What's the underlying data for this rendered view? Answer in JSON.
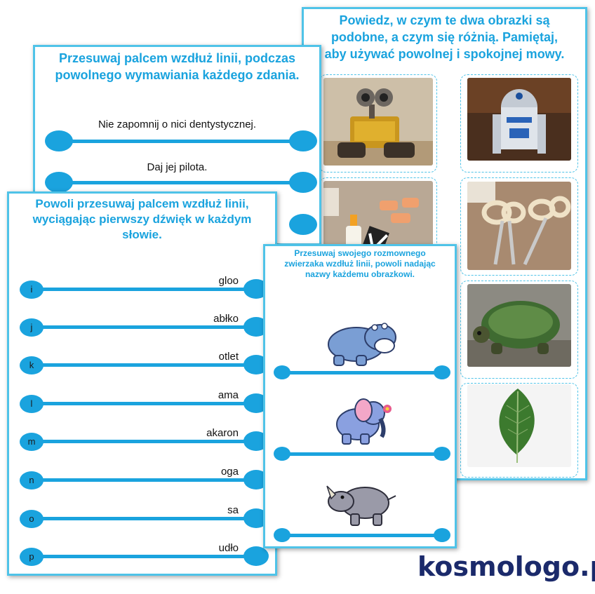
{
  "card_compare": {
    "title_lines": [
      "Powiedz, w czym te dwa obrazki  są",
      "podobne, a czym się różnią. Pamiętaj,",
      "aby używać powolnej i spokojnej mowy."
    ],
    "pairs": [
      {
        "left_icon": "robot-walle-icon",
        "right_icon": "robot-r2d2-icon"
      },
      {
        "left_icon": "glue-and-erasers-icon",
        "right_icon": "scissors-icon"
      },
      {
        "left_icon": "",
        "right_icon": "turtle-icon"
      },
      {
        "left_icon": "",
        "right_icon": "leaf-icon"
      }
    ]
  },
  "card_sentences": {
    "title_lines": [
      "Przesuwaj palcem wzdłuż linii, podczas",
      "powolnego wymawiania każdego zdania."
    ],
    "sentences": [
      "Nie zapomnij o nici dentystycznej.",
      "Daj jej pilota."
    ]
  },
  "card_sounds": {
    "title_lines": [
      "Powoli przesuwaj palcem wzdłuż linii,",
      "wyciągając pierwszy dźwięk w każdym",
      "słowie."
    ],
    "rows": [
      {
        "letter": "i",
        "word": "gloo"
      },
      {
        "letter": "j",
        "word": "abłko"
      },
      {
        "letter": "k",
        "word": "otlet"
      },
      {
        "letter": "l",
        "word": "ama"
      },
      {
        "letter": "m",
        "word": "akaron"
      },
      {
        "letter": "n",
        "word": "oga"
      },
      {
        "letter": "o",
        "word": "sa"
      },
      {
        "letter": "p",
        "word": "udło"
      }
    ]
  },
  "card_animals": {
    "title_lines": [
      "Przesuwaj swojego rozmownego",
      "zwierzaka wzdłuż linii, powoli nadając",
      "nazwy każdemu obrazkowi."
    ],
    "animals": [
      "hippo-icon",
      "elephant-icon",
      "rhino-icon"
    ]
  },
  "watermark": "kosmologo.pl",
  "colors": {
    "accent": "#1aa3de",
    "border": "#4fc3e8",
    "watermark": "#1b2a6b"
  }
}
